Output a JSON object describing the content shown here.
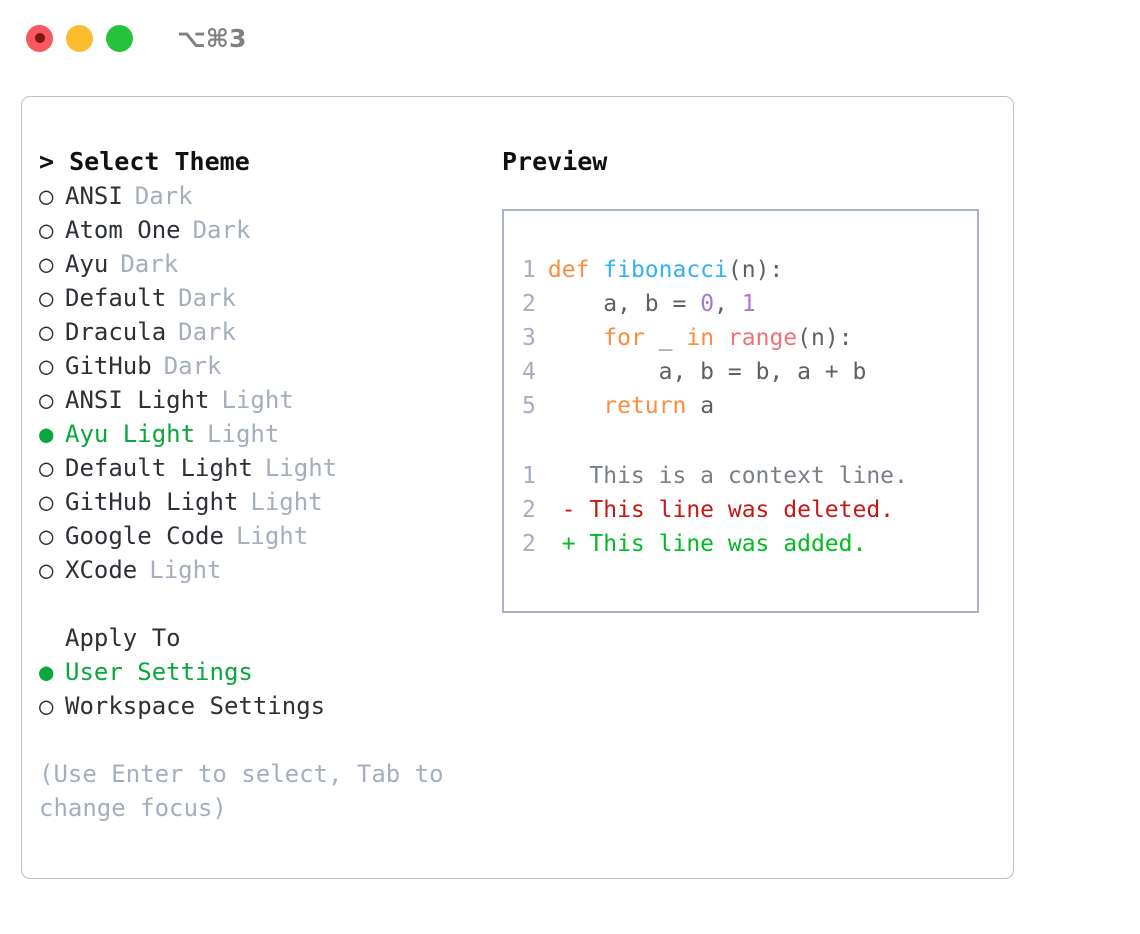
{
  "titlebar": {
    "shortcut": "⌥⌘3",
    "lights": [
      {
        "name": "close",
        "color": "#f8585e"
      },
      {
        "name": "minimize",
        "color": "#fbbd2e"
      },
      {
        "name": "maximize",
        "color": "#25c33c"
      }
    ]
  },
  "theme_picker": {
    "caret": ">",
    "title": "Select Theme",
    "marker_selected": "●",
    "marker_unselected": "○",
    "accent_color": "#0aa83c",
    "items": [
      {
        "name": "ANSI",
        "variant": "Dark",
        "selected": false
      },
      {
        "name": "Atom One",
        "variant": "Dark",
        "selected": false
      },
      {
        "name": "Ayu",
        "variant": "Dark",
        "selected": false
      },
      {
        "name": "Default",
        "variant": "Dark",
        "selected": false
      },
      {
        "name": "Dracula",
        "variant": "Dark",
        "selected": false
      },
      {
        "name": "GitHub",
        "variant": "Dark",
        "selected": false
      },
      {
        "name": "ANSI Light",
        "variant": "Light",
        "selected": false
      },
      {
        "name": "Ayu Light",
        "variant": "Light",
        "selected": true
      },
      {
        "name": "Default Light",
        "variant": "Light",
        "selected": false
      },
      {
        "name": "GitHub Light",
        "variant": "Light",
        "selected": false
      },
      {
        "name": "Google Code",
        "variant": "Light",
        "selected": false
      },
      {
        "name": "XCode",
        "variant": "Light",
        "selected": false
      }
    ]
  },
  "apply_to": {
    "title": "Apply To",
    "items": [
      {
        "label": "User Settings",
        "selected": true
      },
      {
        "label": "Workspace Settings",
        "selected": false
      }
    ]
  },
  "help": {
    "text": "(Use Enter to select, Tab to change focus)"
  },
  "preview": {
    "title": "Preview",
    "code": [
      {
        "lineno": "1",
        "tokens": [
          {
            "t": "def ",
            "c": "kw"
          },
          {
            "t": "fibonacci",
            "c": "fn"
          },
          {
            "t": "(n):",
            "c": "punct"
          }
        ]
      },
      {
        "lineno": "2",
        "tokens": [
          {
            "t": "    a, b = ",
            "c": "var"
          },
          {
            "t": "0",
            "c": "num"
          },
          {
            "t": ", ",
            "c": "var"
          },
          {
            "t": "1",
            "c": "num2"
          }
        ]
      },
      {
        "lineno": "3",
        "tokens": [
          {
            "t": "    ",
            "c": "var"
          },
          {
            "t": "for",
            "c": "kw"
          },
          {
            "t": " _ ",
            "c": "var"
          },
          {
            "t": "in",
            "c": "kw"
          },
          {
            "t": " ",
            "c": "var"
          },
          {
            "t": "range",
            "c": "builtin"
          },
          {
            "t": "(n):",
            "c": "punct"
          }
        ]
      },
      {
        "lineno": "4",
        "tokens": [
          {
            "t": "        a, b = b, a + b",
            "c": "var"
          }
        ]
      },
      {
        "lineno": "5",
        "tokens": [
          {
            "t": "    ",
            "c": "var"
          },
          {
            "t": "return",
            "c": "kw"
          },
          {
            "t": " a",
            "c": "var"
          }
        ]
      }
    ],
    "diff": [
      {
        "lineno": "1",
        "sign": " ",
        "text": "This is a context line.",
        "kind": "context"
      },
      {
        "lineno": "2",
        "sign": "-",
        "text": "This line was deleted.",
        "kind": "del"
      },
      {
        "lineno": "2",
        "sign": "+",
        "text": "This line was added.",
        "kind": "add"
      }
    ]
  }
}
